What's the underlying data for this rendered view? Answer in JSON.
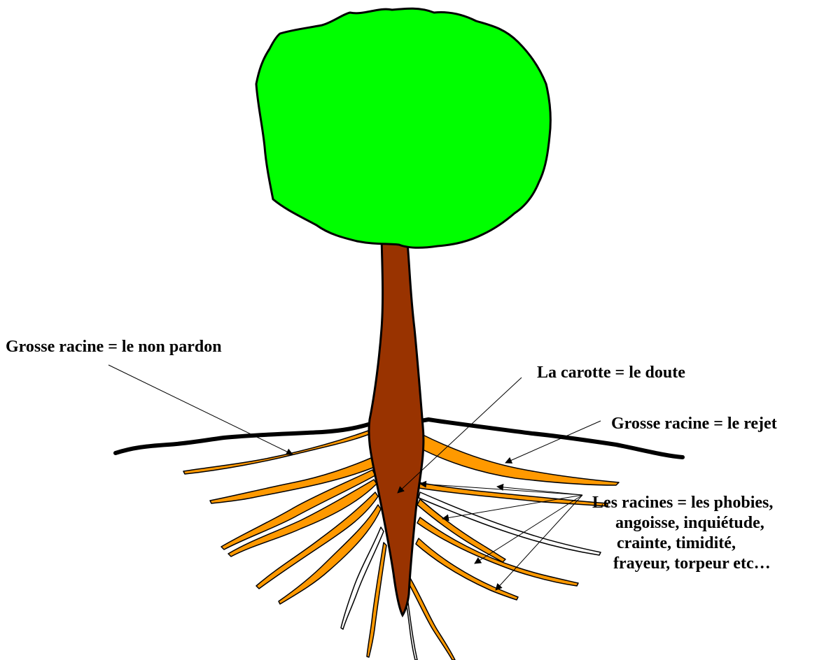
{
  "colors": {
    "foliage": "#00ff00",
    "trunk": "#993300",
    "roots": "#ff9900",
    "outline": "#000000",
    "background": "#ffffff"
  },
  "labels": {
    "non_pardon": "Grosse racine = le non pardon",
    "carotte": "La carotte = le doute",
    "rejet": "Grosse racine = le rejet",
    "racines": [
      "Les racines = les phobies,",
      "angoisse, inquiétude,",
      "crainte, timidité,",
      "frayeur, torpeur etc…"
    ]
  }
}
